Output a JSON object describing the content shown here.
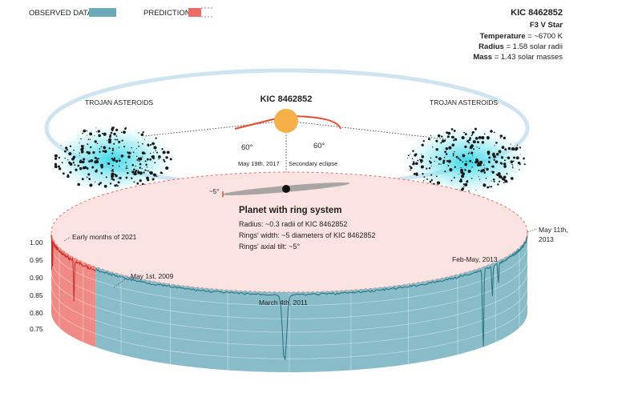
{
  "legend": {
    "observed_label": "OBSERVED DATA",
    "prediction_label": "PREDICTION",
    "observed_color": "#6aaab8",
    "prediction_color": "#ee6c66"
  },
  "star_info": {
    "name": "KIC 8462852",
    "type": "F3 V Star",
    "temperature_key": "Temperature",
    "temperature_val": " = ~6700 K",
    "radius_key": "Radius",
    "radius_val": " = 1.58 solar radii",
    "mass_key": "Mass",
    "mass_val": " = 1.43 solar masses"
  },
  "orbit": {
    "star_label": "KIC 8462852",
    "trojan_left": "TROJAN ASTEROIDS",
    "trojan_right": "TROJAN ASTEROIDS",
    "angle_left": "60°",
    "angle_right": "60°",
    "eclipse_date": "May 19th, 2017",
    "eclipse_label": "Secondary eclipse",
    "ring_tilt": "~5°",
    "star_color": "#f5b04a",
    "orbit_color": "#cfe4f1",
    "arc_color": "#e8482c"
  },
  "planet": {
    "title": "Planet with ring system",
    "line1": "Radius: ~0.3 radii of KIC 8462852",
    "line2": "Rings' width: ~5 diameters of KIC 8462852",
    "line3": "Rings' axial tilt: ~5°"
  },
  "lightcurve": {
    "y_ticks": [
      "1.00",
      "0.95",
      "0.90",
      "0.85",
      "0.80",
      "0.75"
    ],
    "annotations": {
      "early_2021": "Early months of 2021",
      "may_2009": "May 1st, 2009",
      "march_2011": "March 4th, 2011",
      "feb_may_2013": "Feb-May, 2013",
      "may_2013_line1": "May 11th,",
      "may_2013_line2": "2013"
    },
    "band_observed_color": "#87bcc8",
    "band_prediction_color": "#f08a84",
    "top_fill_color": "#fbe3e1"
  }
}
